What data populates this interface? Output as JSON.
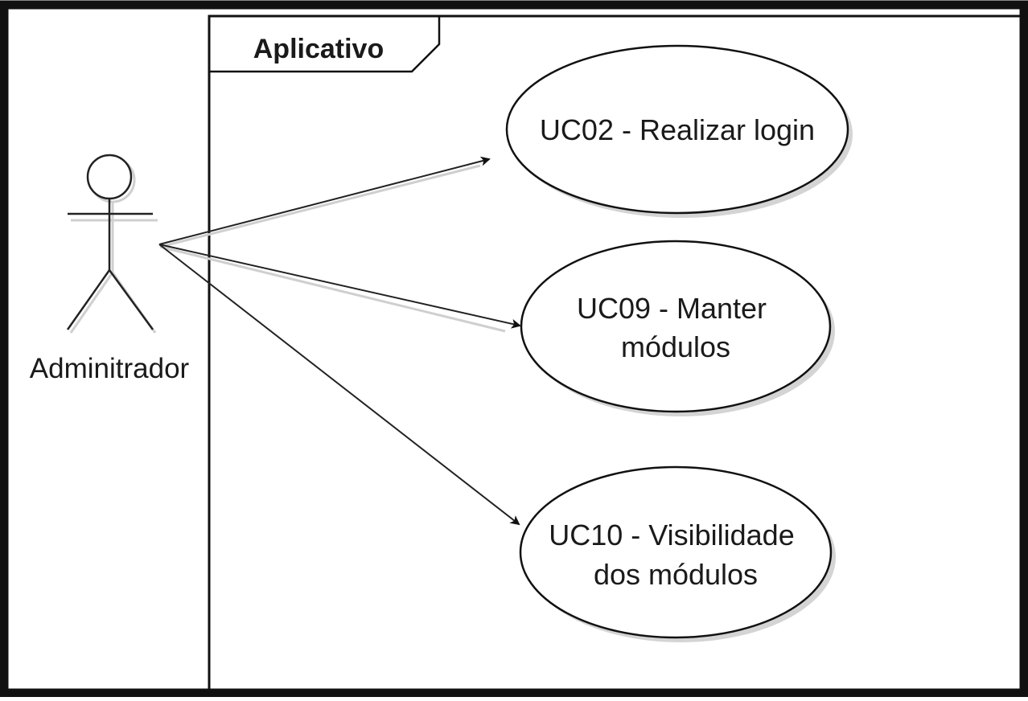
{
  "diagram": {
    "frame": {
      "title": "Aplicativo"
    },
    "actor": {
      "name": "Adminitrador"
    },
    "use_cases": [
      {
        "id": "uc02",
        "lines": [
          "UC02 - Realizar login"
        ]
      },
      {
        "id": "uc09",
        "lines": [
          "UC09 - Manter",
          "módulos"
        ]
      },
      {
        "id": "uc10",
        "lines": [
          "UC10 - Visibilidade",
          "dos módulos"
        ]
      }
    ]
  }
}
